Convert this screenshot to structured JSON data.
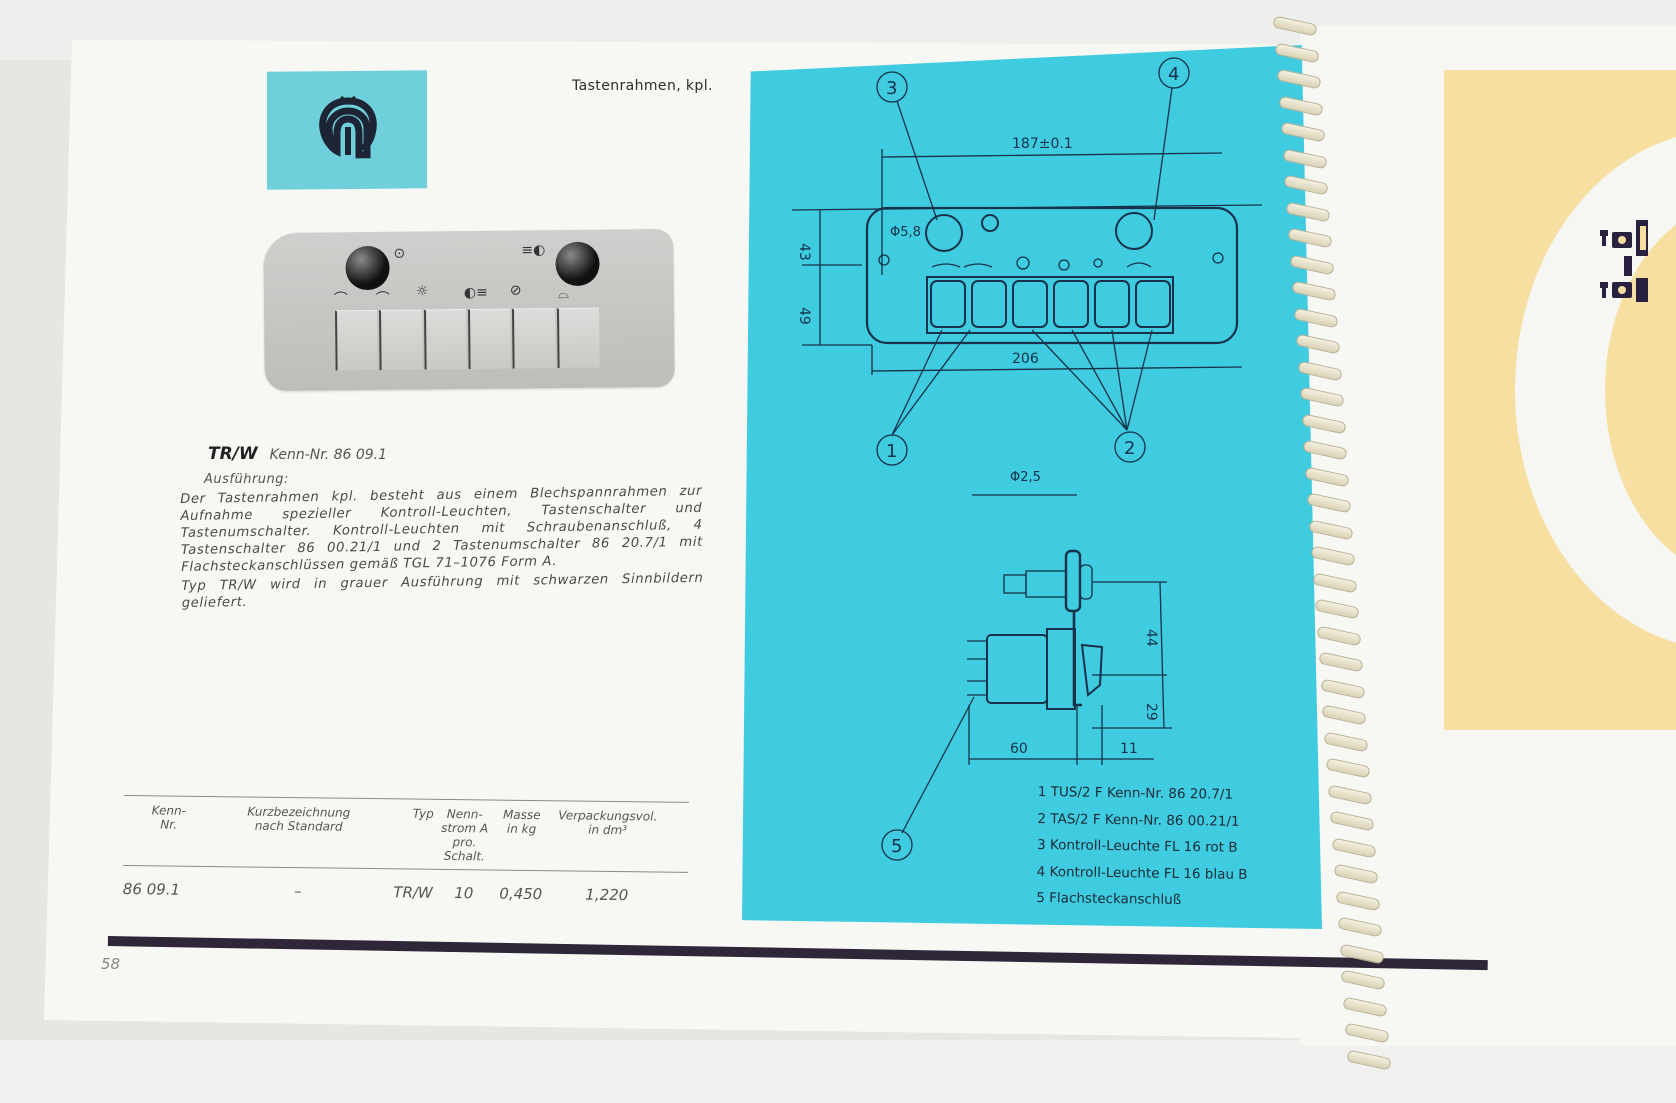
{
  "page": {
    "number": "58",
    "section_title": "Tastenrahmen, kpl."
  },
  "product": {
    "type": "TR/W",
    "kenn_nr_label": "Kenn-Nr. 86 09.1",
    "execution_label": "Ausführung:",
    "description": [
      "Der Tastenrahmen kpl. besteht aus einem Blechspannrahmen zur Aufnahme spezieller Kontroll-Leuchten, Tastenschalter und Tastenumschalter. Kontroll-Leuchten mit Schraubenanschluß, 4 Tastenschalter 86 00.21/1 und 2 Tastenumschalter 86 20.7/1 mit Flachsteckanschlüssen gemäß TGL 71–1076 Form A.",
      "Typ TR/W wird in grauer Ausführung mit schwarzen Sinnbildern geliefert."
    ]
  },
  "table": {
    "headers": {
      "kenn_nr": "Kenn-\nNr.",
      "kenn_nr_1": "Kenn-",
      "kenn_nr_2": "Nr.",
      "kurz_1": "Kurzbezeichnung",
      "kurz_2": "nach Standard",
      "typ": "Typ",
      "nenn_1": "Nenn-",
      "nenn_2": "strom A",
      "nenn_3": "pro. Schalt.",
      "masse_1": "Masse",
      "masse_2": "in kg",
      "verp_1": "Verpackungsvol.",
      "verp_2": "in dm³"
    },
    "rows": [
      {
        "kenn_nr": "86 09.1",
        "kurz": "–",
        "typ": "TR/W",
        "nennstrom": "10",
        "masse": "0,450",
        "verpackung": "1,220"
      }
    ]
  },
  "drawing": {
    "callouts": [
      "1",
      "2",
      "3",
      "4",
      "5"
    ],
    "dimensions": {
      "hole_spacing": "187±0.1",
      "overall_width": "206",
      "upper_height": "43",
      "lower_height": "49",
      "hole_dia": "Φ5,8",
      "stem_dia": "Φ2,5",
      "side_height_upper": "44",
      "side_height_lower": "29",
      "depth": "60",
      "front_depth": "11"
    },
    "legend": [
      "1 TUS/2 F Kenn-Nr. 86 20.7/1",
      "2 TAS/2 F Kenn-Nr. 86 00.21/1",
      "3 Kontroll-Leuchte FL 16 rot B",
      "4 Kontroll-Leuchte FL 16 blau B",
      "5 Flachsteckanschluß"
    ]
  },
  "colors": {
    "cyan_panel": "#3fcbe0",
    "logo_tile": "#6fd0db",
    "yellow_page": "#f7dfa2",
    "bar": "#2f2637"
  }
}
